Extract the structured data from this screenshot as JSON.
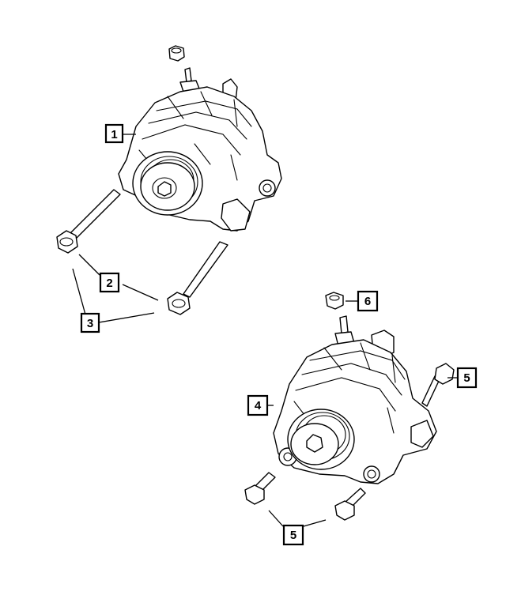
{
  "callouts": [
    {
      "id": "c1",
      "label": "1"
    },
    {
      "id": "c2",
      "label": "2"
    },
    {
      "id": "c3",
      "label": "3"
    },
    {
      "id": "c4",
      "label": "4"
    },
    {
      "id": "c5a",
      "label": "5"
    },
    {
      "id": "c5b",
      "label": "5"
    },
    {
      "id": "c6",
      "label": "6"
    }
  ],
  "colors": {
    "ink": "#000000",
    "paper": "#ffffff"
  }
}
